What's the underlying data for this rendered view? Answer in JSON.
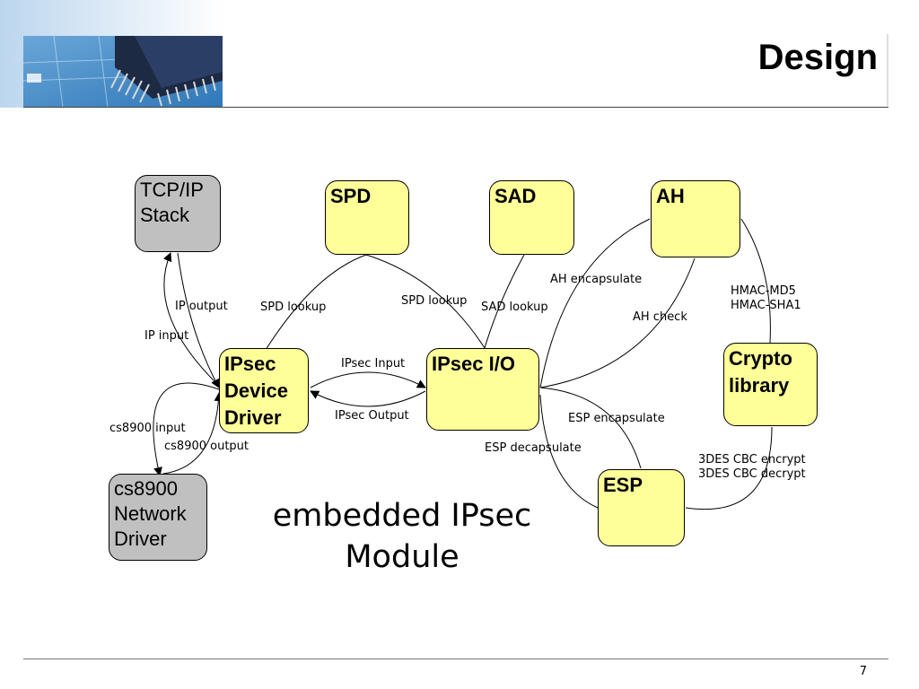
{
  "header": {
    "title": "Design"
  },
  "diagram": {
    "nodes": {
      "tcpip": "TCP/IP\nStack",
      "spd": "SPD",
      "sad": "SAD",
      "ah": "AH",
      "device_driver": "IPsec\nDevice\nDriver",
      "ipsec_io": "IPsec I/O",
      "crypto": "Crypto\nlibrary",
      "cs8900": "cs8900\nNetwork\nDriver",
      "esp": "ESP"
    },
    "edges": {
      "ip_output": "IP output",
      "ip_input": "IP input",
      "spd_lookup_left": "SPD lookup",
      "spd_lookup_right": "SPD lookup",
      "sad_lookup": "SAD lookup",
      "ah_encapsulate": "AH encapsulate",
      "ah_check": "AH check",
      "hmac": "HMAC-MD5\nHMAC-SHA1",
      "ipsec_input": "IPsec Input",
      "ipsec_output": "IPsec Output",
      "cs8900_input": "cs8900 input",
      "cs8900_output": "cs8900 output",
      "esp_encapsulate": "ESP encapsulate",
      "esp_decapsulate": "ESP decapsulate",
      "des": "3DES CBC encrypt\n3DES CBC decrypt"
    },
    "caption": "embedded IPsec\nModule"
  },
  "footer": {
    "page_number": "7"
  },
  "colors": {
    "module_fill": "#ffff99",
    "external_fill": "#c0c0c0",
    "line": "#000000"
  }
}
